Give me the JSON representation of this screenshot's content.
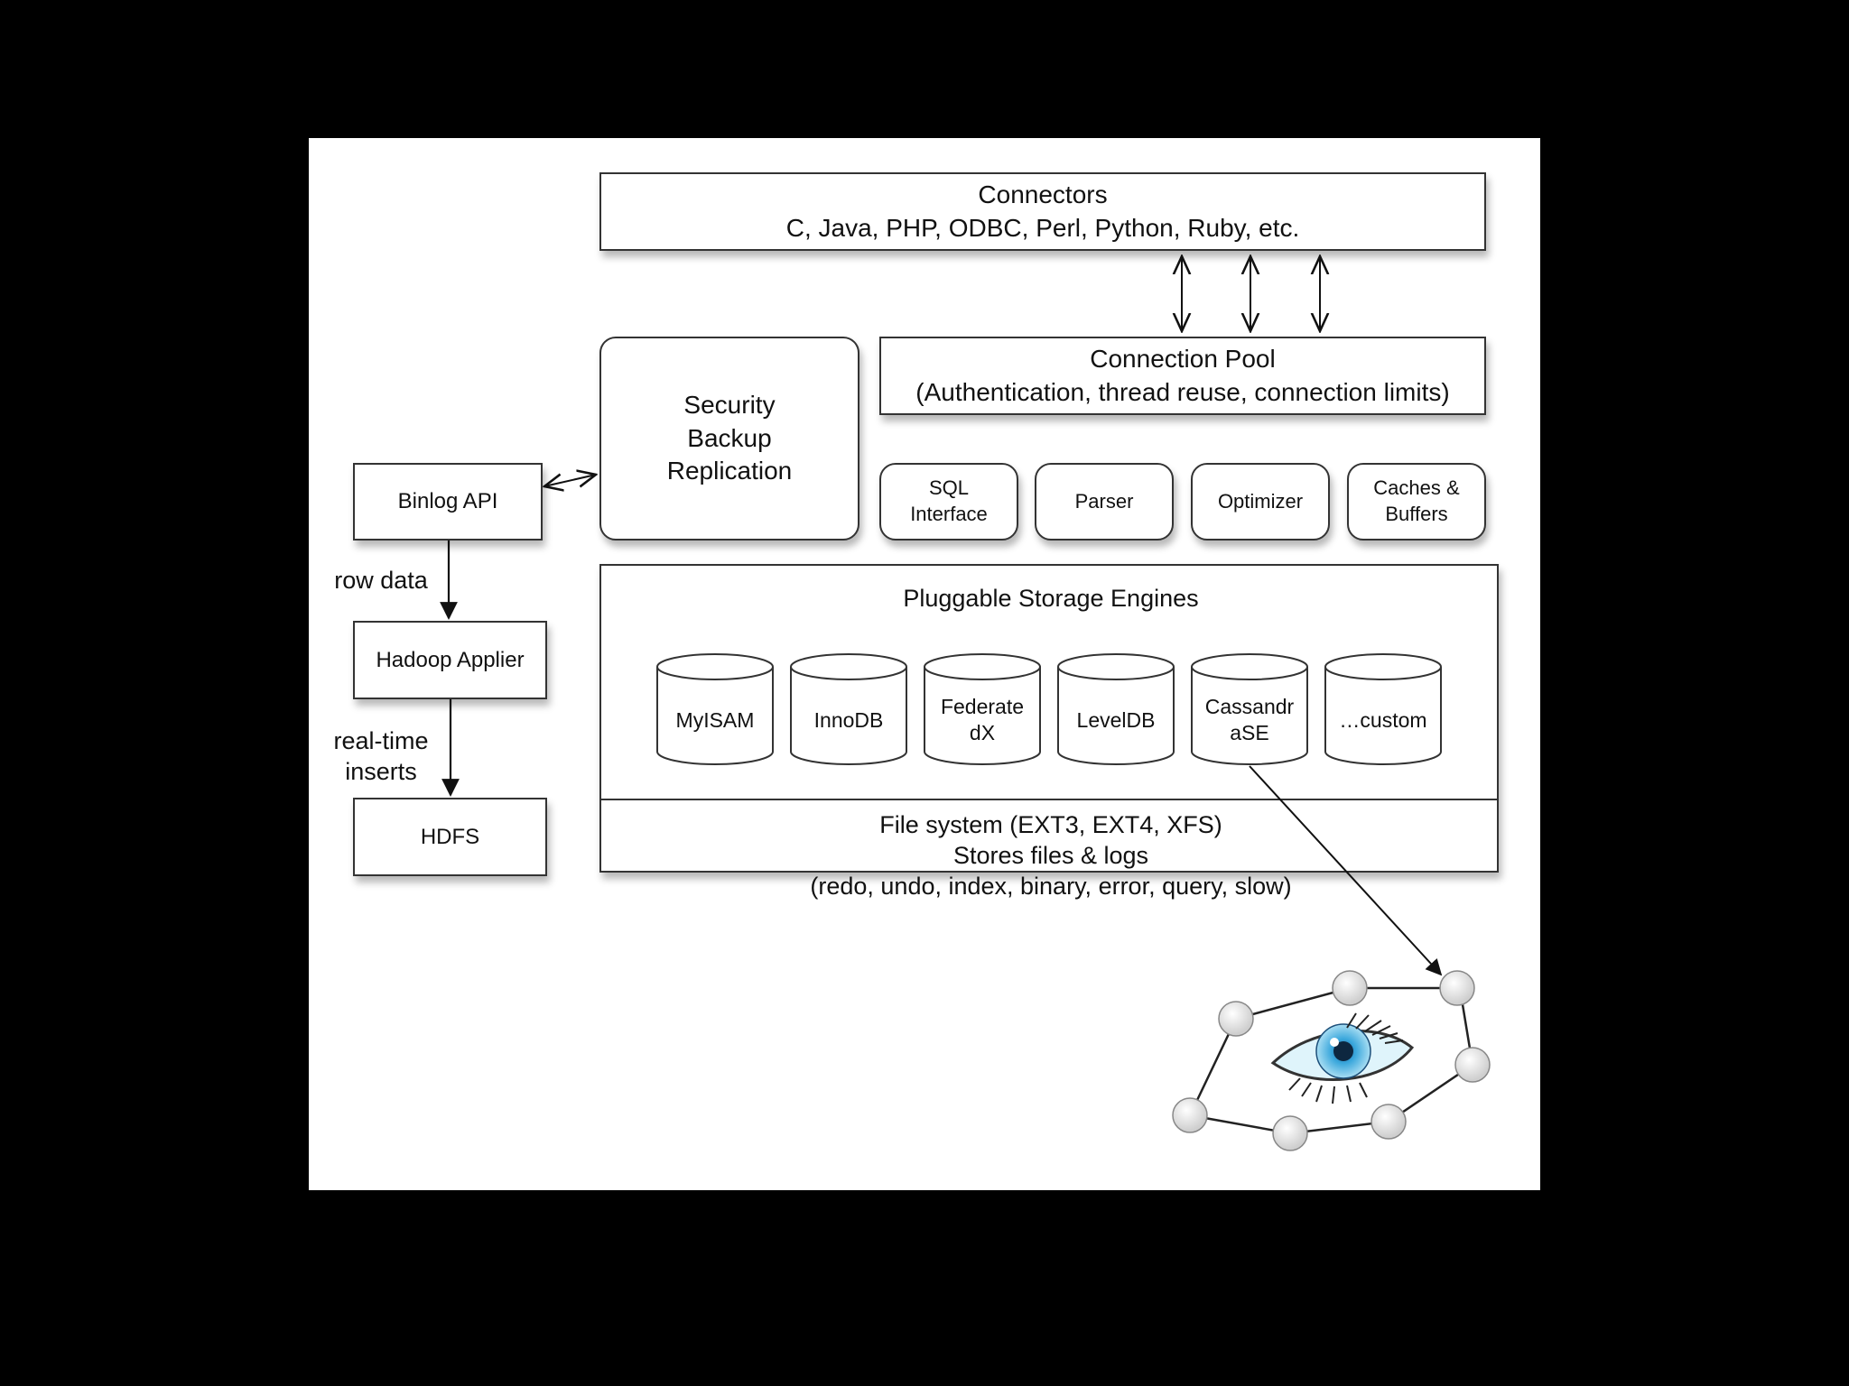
{
  "connectors": {
    "title": "Connectors",
    "subtitle": "C, Java, PHP, ODBC, Perl, Python, Ruby, etc."
  },
  "connection_pool": {
    "title": "Connection Pool",
    "subtitle": "(Authentication, thread reuse, connection limits)"
  },
  "security": {
    "lines": [
      "Security",
      "Backup",
      "Replication"
    ]
  },
  "services": [
    "SQL Interface",
    "Parser",
    "Optimizer",
    "Caches & Buffers"
  ],
  "storage": {
    "title": "Pluggable Storage Engines",
    "engines": [
      "MyISAM",
      "InnoDB",
      "Federate dX",
      "LevelDB",
      "Cassandr aSE",
      "…custom"
    ]
  },
  "filesystem": {
    "line1": "File system (EXT3, EXT4, XFS)",
    "line2": "Stores files & logs",
    "line3": "(redo, undo, index, binary, error, query, slow)"
  },
  "hadoop": {
    "binlog": "Binlog API",
    "row_data": "row data",
    "applier": "Hadoop Applier",
    "realtime": [
      "real-time",
      "inserts"
    ],
    "hdfs": "HDFS"
  },
  "colors": {
    "eye": "#6cc4e8",
    "ring_node": "#e8e8e8"
  },
  "icons": {
    "cassandra": "cassandra-eye-ring-icon"
  }
}
